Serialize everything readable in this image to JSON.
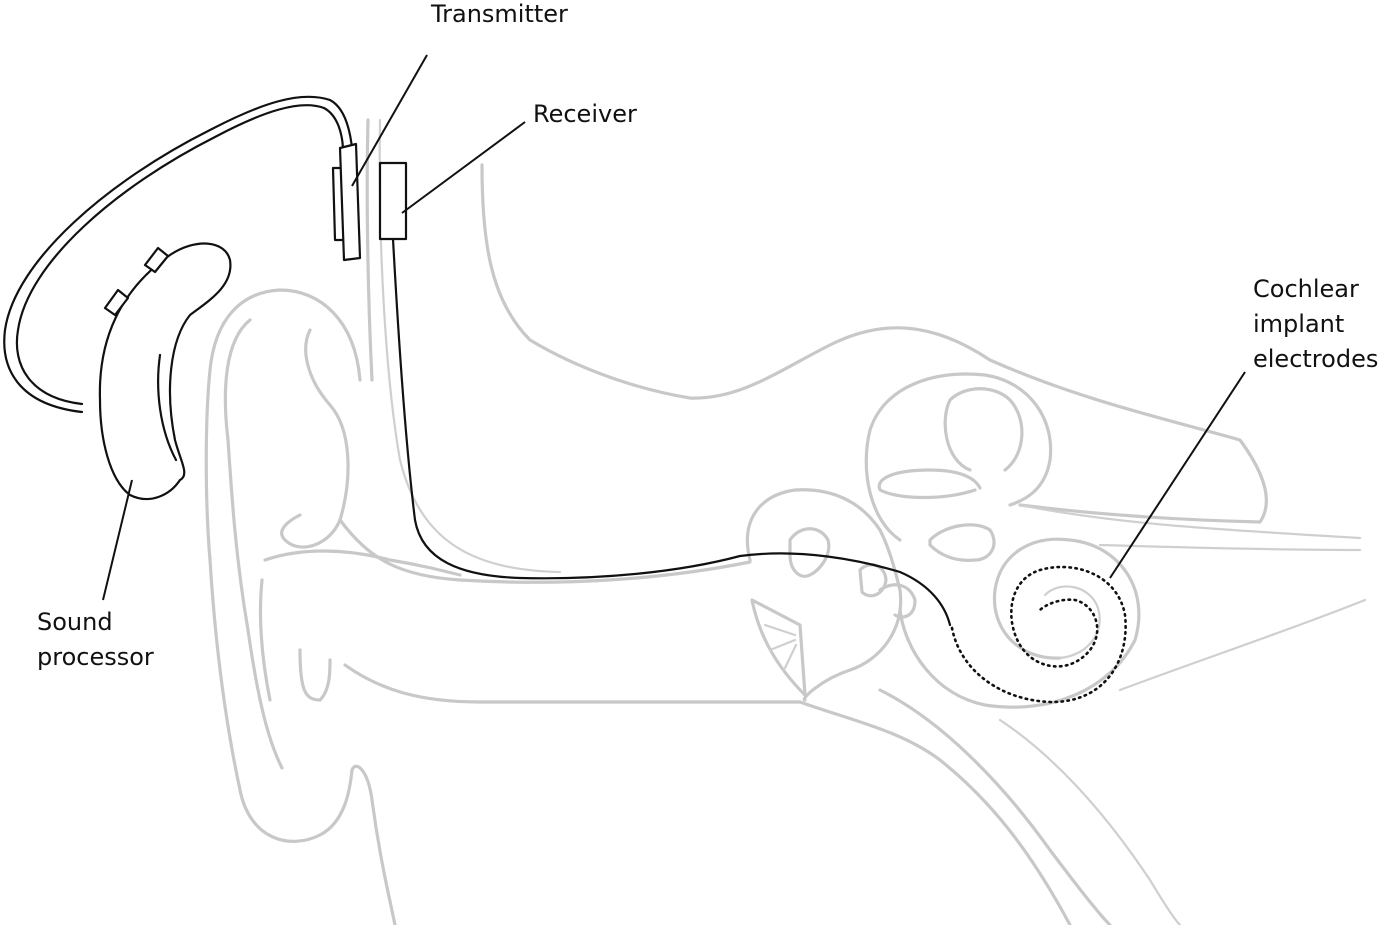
{
  "labels": {
    "transmitter": "Transmitter",
    "receiver": "Receiver",
    "cochlear": [
      "Cochlear",
      "implant",
      "electrodes"
    ],
    "sound_processor": [
      "Sound",
      "processor"
    ]
  }
}
